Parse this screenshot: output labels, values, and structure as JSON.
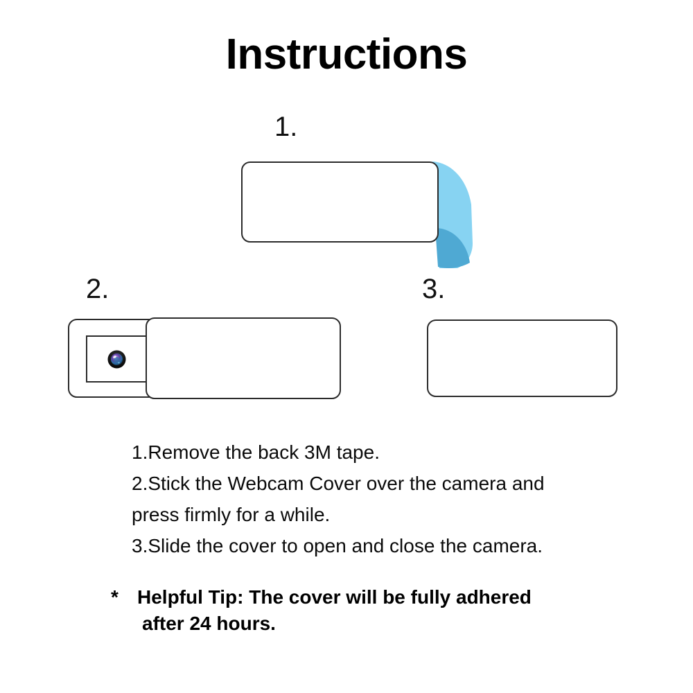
{
  "page": {
    "title": "Instructions",
    "background_color": "#ffffff",
    "ink_color": "#2b2b2b"
  },
  "steps": [
    {
      "number": "1.",
      "figure": "sticker-with-peel-tab",
      "tab_color_light": "#87D3F2",
      "tab_color_dark": "#4FA9D3"
    },
    {
      "number": "2.",
      "figure": "cover-open-showing-camera",
      "lens_icon": "camera-lens-icon"
    },
    {
      "number": "3.",
      "figure": "cover-closed"
    }
  ],
  "instructions": [
    "1.Remove the back 3M tape.",
    "2.Stick the Webcam Cover over the camera and",
    "press firmly for a while.",
    "3.Slide the cover to open and close the camera."
  ],
  "tip": {
    "marker": "*",
    "line1": "Helpful Tip: The cover will be fully adhered",
    "line2": "after 24 hours."
  }
}
